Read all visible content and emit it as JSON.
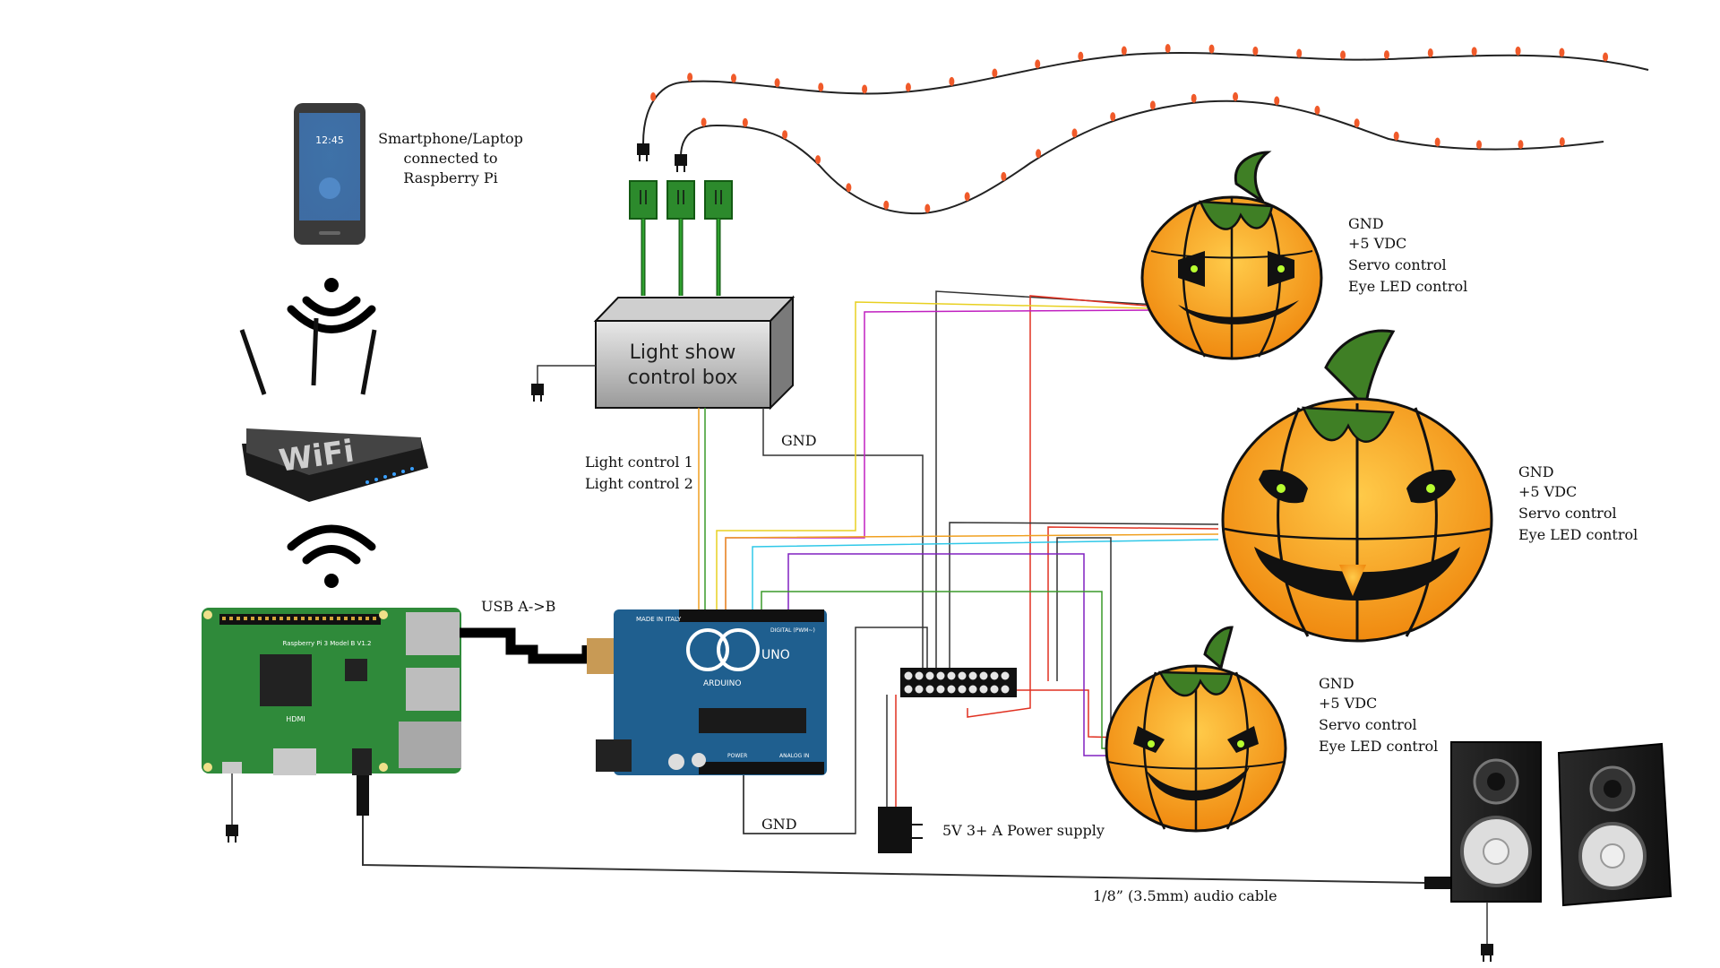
{
  "smartphone": {
    "label_lines": [
      "Smartphone/Laptop",
      "connected to",
      "Raspberry Pi"
    ],
    "screen_time": "12:45"
  },
  "router": {
    "brand_text": "WiFi"
  },
  "usb_label": "USB A->B",
  "light_show_box": {
    "lines": [
      "Light show",
      "control box"
    ]
  },
  "light_control_labels": [
    {
      "text": "Light control 1",
      "color": "#f0a020"
    },
    {
      "text": "Light control 2",
      "color": "#3a9a2a"
    }
  ],
  "gnd_labels": {
    "box_gnd": "GND",
    "arduino_gnd": "GND"
  },
  "power_supply_label": "5V 3+ A Power supply",
  "audio_cable_label": "1/8” (3.5mm) audio cable",
  "arduino": {
    "made_in": "MADE IN ITALY",
    "brand": "ARDUINO",
    "model": "UNO",
    "digital": "DIGITAL (PWM~)",
    "power": "POWER",
    "analog": "ANALOG IN"
  },
  "raspberry_pi": {
    "model_text": "Raspberry Pi 3 Model B V1.2",
    "hdmi": "HDMI"
  },
  "pumpkins": [
    {
      "legend": [
        {
          "text": "GND",
          "color": "#111111"
        },
        {
          "text": "+5 VDC",
          "color": "#e03020"
        },
        {
          "text": "Servo control",
          "color": "#b8b800"
        },
        {
          "text": "Eye LED control",
          "color": "#c020c0"
        }
      ]
    },
    {
      "legend": [
        {
          "text": "GND",
          "color": "#111111"
        },
        {
          "text": "+5 VDC",
          "color": "#e03020"
        },
        {
          "text": "Servo control",
          "color": "#f0a020"
        },
        {
          "text": "Eye LED control",
          "color": "#30c8e8"
        }
      ]
    },
    {
      "legend": [
        {
          "text": "GND",
          "color": "#111111"
        },
        {
          "text": "+5 VDC",
          "color": "#e03020"
        },
        {
          "text": "Servo control",
          "color": "#8020c0"
        },
        {
          "text": "Eye LED control",
          "color": "#3a9a2a"
        }
      ]
    }
  ],
  "colors": {
    "wire_black": "#333333",
    "wire_red": "#e03020",
    "wire_yellow": "#e8d020",
    "wire_orange": "#f0a020",
    "wire_green": "#3a9a2a",
    "wire_magenta": "#c020c0",
    "wire_cyan": "#30c8e8",
    "wire_purple": "#8020c0",
    "pumpkin_orange": "#f4a015",
    "stem_green": "#3f7f25",
    "pcb_green": "#2f8a3a",
    "arduino_blue": "#1f5f8f"
  }
}
